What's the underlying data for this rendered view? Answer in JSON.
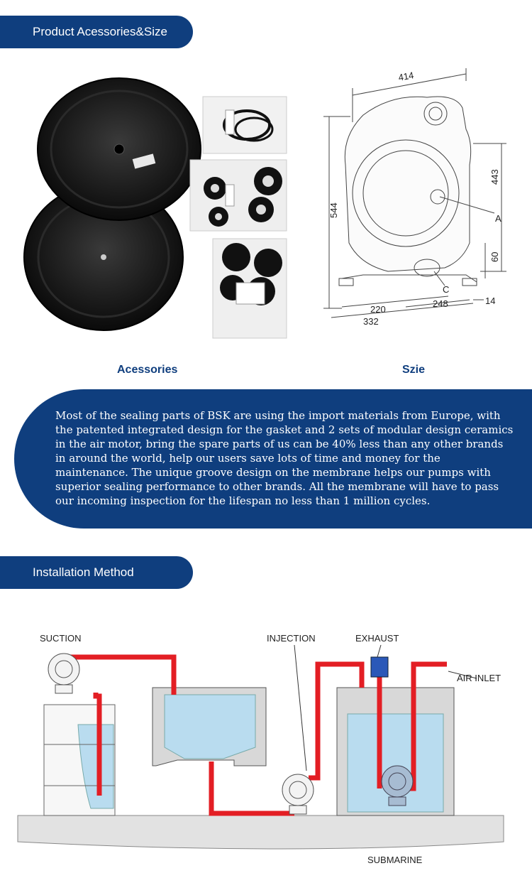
{
  "header_accessories": "Product Acessories&Size",
  "caption_accessories": "Acessories",
  "caption_size": "Szie",
  "description": "Most of the sealing parts of BSK are using the import materials from Europe, with the patented integrated design for the gasket and 2 sets of modular design ceramics in the air motor, bring the spare parts of us can be 40% less than any other brands in around the world, help our users save lots of time and money for the maintenance. The unique groove design on the membrane helps our pumps with superior sealing performance to other brands. All the membrane will have to pass our incoming inspection for the lifespan no less than 1 million cycles.",
  "header_installation": "Installation Method",
  "dimensions": {
    "top_width": "414",
    "height_total": "544",
    "height_upper": "443",
    "height_lower": "60",
    "port_a": "A",
    "port_c": "C",
    "base_220": "220",
    "base_248": "248",
    "base_332": "332",
    "foot_14": "14"
  },
  "installation_labels": {
    "suction": "SUCTION",
    "injection": "INJECTION",
    "exhaust": "EXHAUST",
    "air_inlet": "AIR INLET",
    "submarine": "SUBMARINE"
  },
  "colors": {
    "brand_blue": "#0f3e7e",
    "pipe_red": "#e31e24",
    "water_blue": "#b9dcef"
  }
}
